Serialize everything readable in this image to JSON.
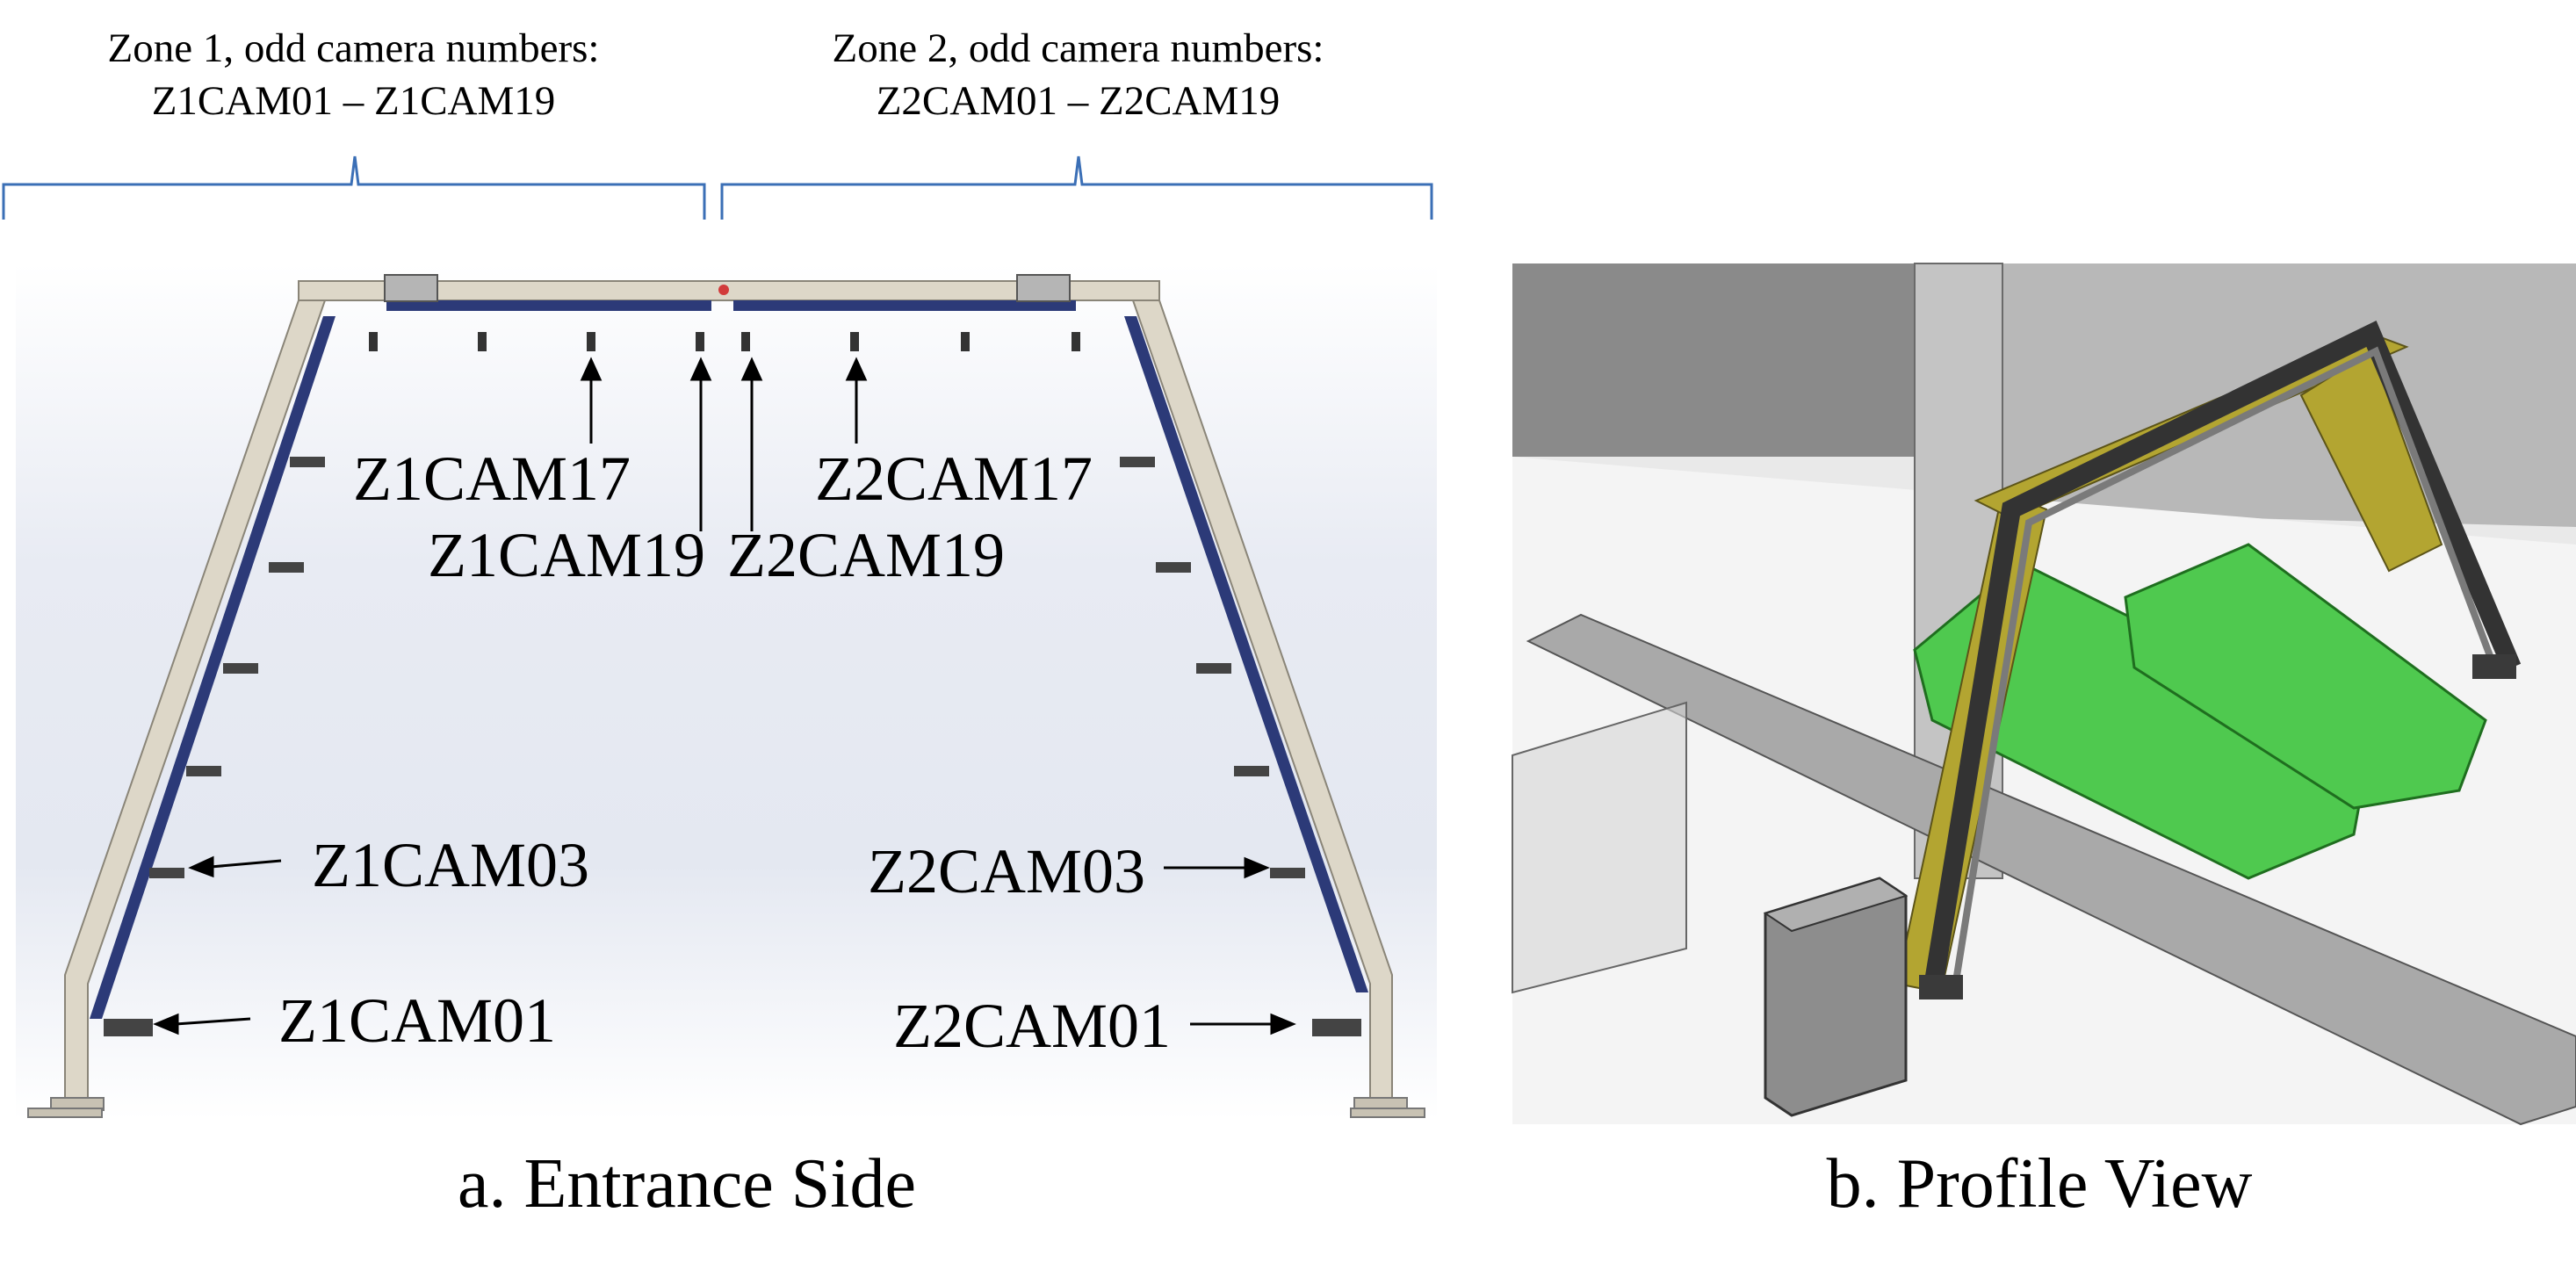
{
  "zones": [
    {
      "title": "Zone 1, odd camera numbers:",
      "range": "Z1CAM01 – Z1CAM19"
    },
    {
      "title": "Zone 2, odd camera numbers:",
      "range": "Z2CAM01 – Z2CAM19"
    }
  ],
  "camera_labels": {
    "z1cam17": "Z1CAM17",
    "z1cam19": "Z1CAM19",
    "z2cam19": "Z2CAM19",
    "z2cam17": "Z2CAM17",
    "z1cam03": "Z1CAM03",
    "z1cam01": "Z1CAM01",
    "z2cam03": "Z2CAM03",
    "z2cam01": "Z2CAM01"
  },
  "captions": {
    "a": "a. Entrance Side",
    "b": "b. Profile View"
  },
  "colors": {
    "bracket": "#3b6fb6",
    "frame": "#ddd7c8",
    "camera_rail": "#2c3a78",
    "belt": "#4fc94f",
    "panel": "#b3a531"
  }
}
